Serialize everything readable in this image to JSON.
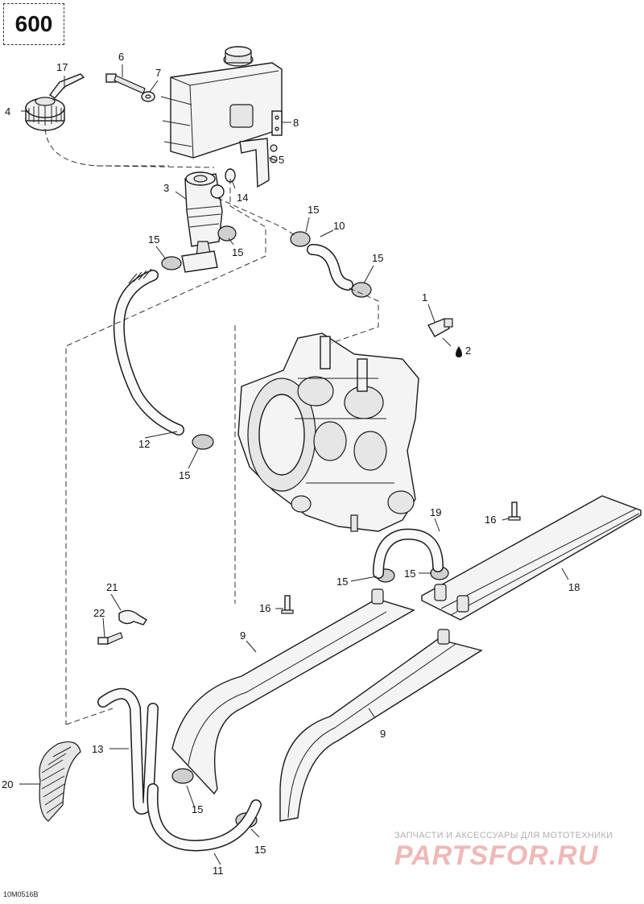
{
  "page_number": "600",
  "drawing_code": "10M0516B",
  "watermark": {
    "caption": "ЗАПЧАСТИ И АКСЕССУАРЫ ДЛЯ МОТОТЕХНИКИ",
    "logo": "PARTSFOR.RU"
  },
  "callouts": {
    "c1": "1",
    "c2": "2",
    "c3": "3",
    "c4": "4",
    "c5": "5",
    "c6": "6",
    "c7": "7",
    "c8": "8",
    "c9": "9",
    "c10": "10",
    "c11": "11",
    "c12": "12",
    "c13": "13",
    "c14": "14",
    "c15": "15",
    "c16": "16",
    "c17": "17",
    "c18": "18",
    "c19": "19",
    "c20": "20",
    "c21": "21",
    "c22": "22"
  },
  "colors": {
    "line": "#1a1a1a",
    "watermark_logo": "#f0b8b8",
    "watermark_text": "#b0b0b0"
  }
}
